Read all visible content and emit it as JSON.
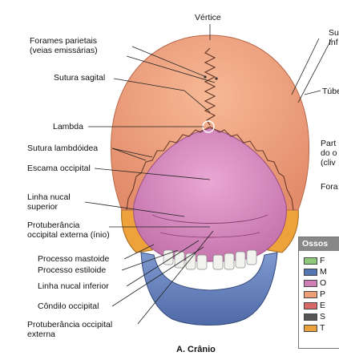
{
  "labels_left": [
    {
      "id": "vertice",
      "text": "Vértice"
    },
    {
      "id": "forames1",
      "text": "Forames parietais"
    },
    {
      "id": "forames2",
      "text": "(veias emissárias)"
    },
    {
      "id": "sagital",
      "text": "Sutura sagital"
    },
    {
      "id": "lambda",
      "text": "Lambda"
    },
    {
      "id": "lambdoidea",
      "text": "Sutura lambdóidea"
    },
    {
      "id": "escama",
      "text": "Escama occipital"
    },
    {
      "id": "linha1",
      "text": "Linha nucal"
    },
    {
      "id": "linha2",
      "text": "superior"
    },
    {
      "id": "protub1",
      "text": "Protuberância"
    },
    {
      "id": "protub2",
      "text": "occipital externa (ínio)"
    },
    {
      "id": "mastoide",
      "text": "Processo mastoide"
    },
    {
      "id": "estiloide",
      "text": "Processo estiloide"
    },
    {
      "id": "nucalinf",
      "text": "Linha nucal inferior"
    },
    {
      "id": "condilo",
      "text": "Côndilo occipital"
    },
    {
      "id": "protubext1",
      "text": "Protuberância occipital"
    },
    {
      "id": "protubext2",
      "text": "externa"
    }
  ],
  "labels_right": [
    {
      "id": "su",
      "text": "Su"
    },
    {
      "id": "inf",
      "text": "Inf"
    },
    {
      "id": "tube",
      "text": "Túbe"
    },
    {
      "id": "part",
      "text": "Part"
    },
    {
      "id": "doo",
      "text": "do o"
    },
    {
      "id": "cliv",
      "text": "(cliv"
    },
    {
      "id": "fora",
      "text": "Fora"
    }
  ],
  "caption": "A. Crânio",
  "legend": {
    "title": "Ossos",
    "items": [
      {
        "text": "F",
        "color": "#8fca7a"
      },
      {
        "text": "M",
        "color": "#5576b3"
      },
      {
        "text": "O",
        "color": "#cf7fb6"
      },
      {
        "text": "P",
        "color": "#ef9f78"
      },
      {
        "text": "E",
        "color": "#d76868"
      },
      {
        "text": "S",
        "color": "#555555"
      },
      {
        "text": "T",
        "color": "#eca23c"
      }
    ]
  },
  "colors": {
    "parietal": "#ee9d7b",
    "occipital": "#d98bc1",
    "temporal": "#eda23c",
    "mandible": "#5f7fbf",
    "teeth": "#f2f2ee",
    "leader": "#222222"
  }
}
